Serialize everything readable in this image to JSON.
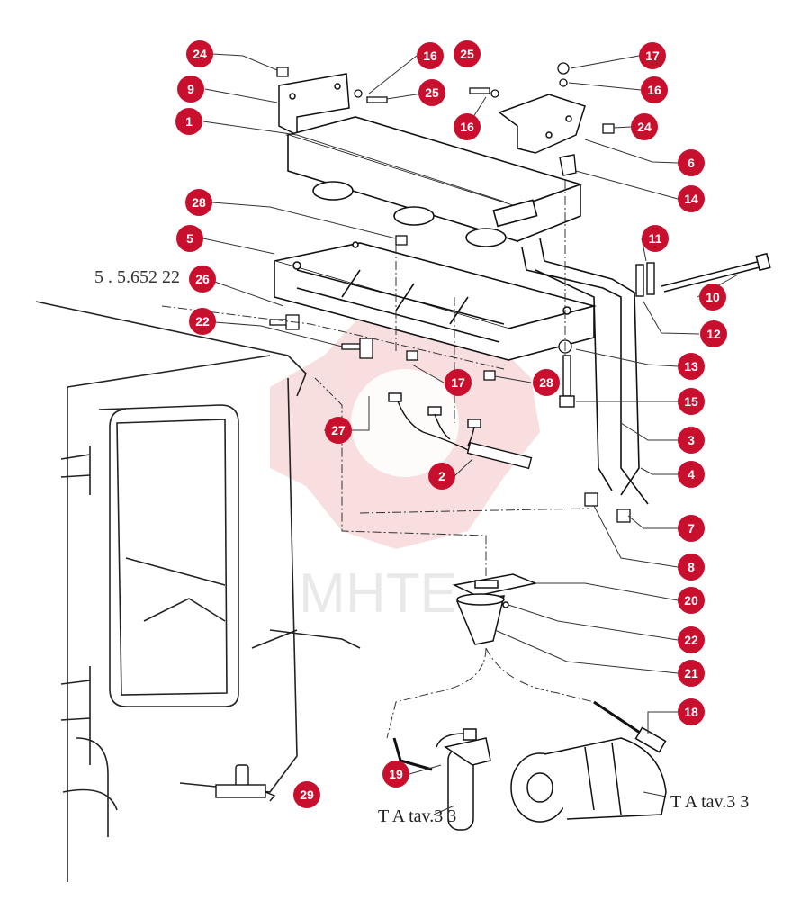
{
  "watermark": {
    "text": "МНТЕ"
  },
  "callouts": [
    "24",
    "16",
    "25",
    "9",
    "25",
    "16",
    "17",
    "16",
    "24",
    "1",
    "6",
    "14",
    "28",
    "11",
    "5",
    "26",
    "10",
    "12",
    "22",
    "13",
    "17",
    "28",
    "15",
    "27",
    "3",
    "2",
    "4",
    "7",
    "8",
    "20",
    "22",
    "21",
    "18",
    "19",
    "29"
  ],
  "references": {
    "left_ref": "5 . 5.652 22",
    "bottom_ref_1": "T A tav.3 3",
    "bottom_ref_2": "T A tav.3 3"
  },
  "colors": {
    "callout_fill": "#c8102e",
    "line": "#111111",
    "watermark": "#f3c4c4"
  }
}
